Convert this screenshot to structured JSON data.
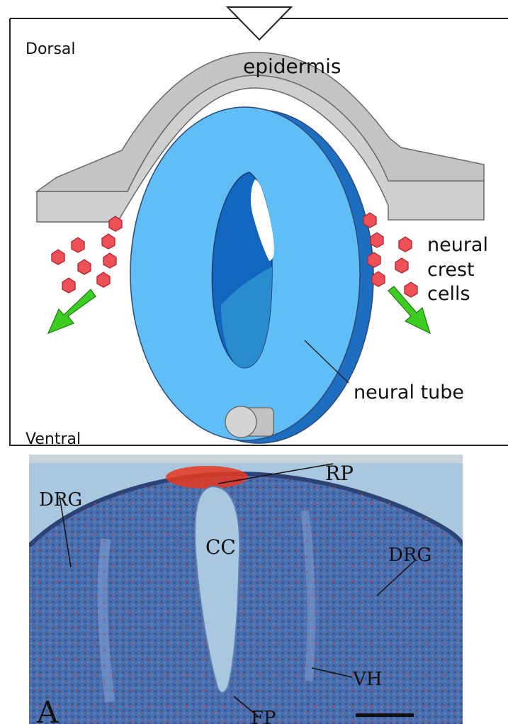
{
  "diagram": {
    "labels": {
      "dorsal": "Dorsal",
      "ventral": "Ventral",
      "epidermis": "epidermis",
      "neural_crest": [
        "neural",
        "crest",
        "cells"
      ],
      "neural_tube": "neural tube"
    },
    "colors": {
      "epidermis": "#c8c8c8",
      "neural_tube_light": "#5fbdf4",
      "neural_tube_dark": "#1e6ec0",
      "crest_cell": "#ef4f57",
      "migration_arrow": "#3ccc22"
    }
  },
  "micrograph": {
    "labels": {
      "roof_plate": "RP",
      "central_canal": "CC",
      "drg_left": "DRG",
      "drg_right": "DRG",
      "ventral_horn": "VH",
      "floor_plate": "FP",
      "panel": "A"
    },
    "colors": {
      "tissue": "#4468a8",
      "stain": "#e03a20",
      "background": "#a9c8e0"
    }
  }
}
